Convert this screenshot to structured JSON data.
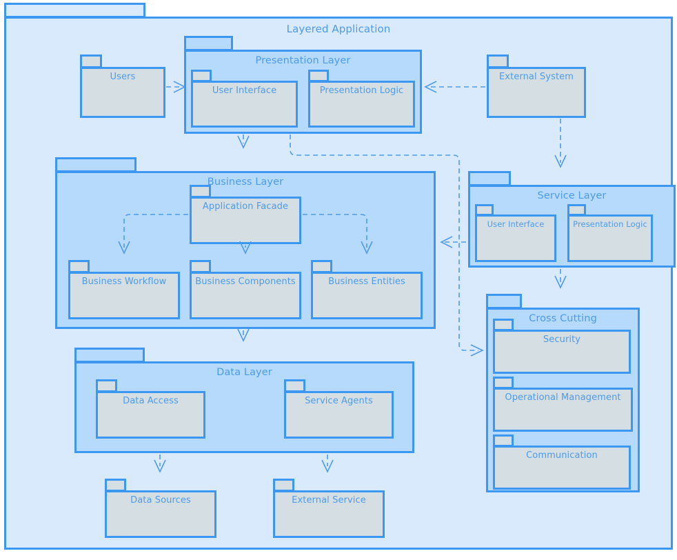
{
  "diagram": {
    "type": "uml-package-diagram",
    "title": "Layered Application",
    "colors": {
      "border": "#3b97ef",
      "text": "#4d9bea",
      "outer_fill": "#d9eafc",
      "layer_fill": "#b5dafb",
      "leaf_fill": "#d5dee3",
      "connector": "#4d9bea"
    }
  },
  "packages": {
    "root": {
      "label": "Layered Application"
    },
    "users": {
      "label": "Users"
    },
    "presentation_layer": {
      "label": "Presentation Layer"
    },
    "user_interface": {
      "label": "User Interface"
    },
    "presentation_logic": {
      "label": "Presentation Logic"
    },
    "external_system": {
      "label": "External System"
    },
    "business_layer": {
      "label": "Business Layer"
    },
    "application_facade": {
      "label": "Application Facade"
    },
    "business_workflow": {
      "label": "Business Workflow"
    },
    "business_components": {
      "label": "Business Components"
    },
    "business_entities": {
      "label": "Business Entities"
    },
    "service_layer": {
      "label": "Service Layer"
    },
    "service_user_interface": {
      "label": "User Interface"
    },
    "service_presentation_logic": {
      "label": "Presentation Logic"
    },
    "cross_cutting": {
      "label": "Cross Cutting"
    },
    "security": {
      "label": "Security"
    },
    "operational_management": {
      "label": "Operational Management"
    },
    "communication": {
      "label": "Communication"
    },
    "data_layer": {
      "label": "Data Layer"
    },
    "data_access": {
      "label": "Data Access"
    },
    "service_agents": {
      "label": "Service Agents"
    },
    "data_sources": {
      "label": "Data Sources"
    },
    "external_service": {
      "label": "External Service"
    }
  },
  "connections": [
    {
      "from": "users",
      "to": "presentation_layer",
      "style": "dashed-arrow"
    },
    {
      "from": "external_system",
      "to": "presentation_layer",
      "style": "dashed-arrow"
    },
    {
      "from": "external_system",
      "to": "service_layer",
      "style": "dashed-arrow"
    },
    {
      "from": "presentation_layer",
      "to": "business_layer",
      "style": "dashed-arrow"
    },
    {
      "from": "presentation_layer",
      "to": "cross_cutting",
      "style": "dashed-arrow"
    },
    {
      "from": "service_layer",
      "to": "business_layer",
      "style": "dashed-arrow"
    },
    {
      "from": "service_layer",
      "to": "cross_cutting",
      "style": "dashed-arrow"
    },
    {
      "from": "application_facade",
      "to": "business_workflow",
      "style": "dashed-arrow"
    },
    {
      "from": "application_facade",
      "to": "business_components",
      "style": "dashed-arrow"
    },
    {
      "from": "application_facade",
      "to": "business_entities",
      "style": "dashed-arrow"
    },
    {
      "from": "business_layer",
      "to": "data_layer",
      "style": "dashed-arrow"
    },
    {
      "from": "data_access",
      "to": "data_sources",
      "style": "dashed-arrow"
    },
    {
      "from": "service_agents",
      "to": "external_service",
      "style": "dashed-arrow"
    }
  ]
}
